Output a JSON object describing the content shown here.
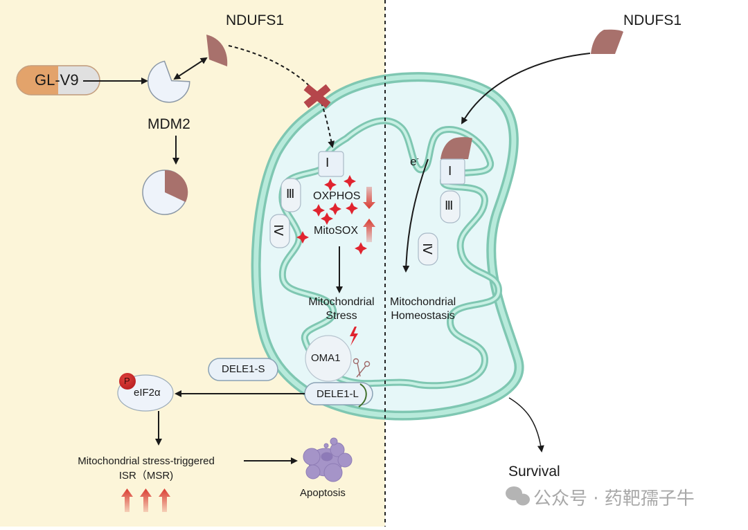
{
  "left_panel": {
    "drug_label": "GL-V9",
    "mdm2_label": "MDM2",
    "ndufs1_label": "NDUFS1",
    "oxphos_label": "OXPHOS",
    "mitosox_label": "MitoSOX",
    "stress_label_line1": "Mitochondrial",
    "stress_label_line2": "Stress",
    "oma1_label": "OMA1",
    "dele1s_label": "DELE1-S",
    "dele1l_label": "DELE1-L",
    "phospho_label": "P",
    "eif2a_label": "eIF2α",
    "msr_line1": "Mitochondrial stress-triggered",
    "msr_line2": "ISR（MSR)",
    "apoptosis_label": "Apoptosis",
    "complex_labels": [
      "Ⅰ",
      "Ⅲ",
      "Ⅳ"
    ],
    "oxphos_direction": "down",
    "mitosox_direction": "up",
    "msr_arrows_count": 3
  },
  "right_panel": {
    "ndufs1_label": "NDUFS1",
    "electron_label": "e",
    "electron_charge": "-",
    "homeostasis_line1": "Mitochondrial",
    "homeostasis_line2": "Homeostasis",
    "survival_label": "Survival",
    "complex_labels": [
      "Ⅰ",
      "Ⅲ",
      "Ⅳ"
    ]
  },
  "watermark": {
    "icon": "wechat-icon",
    "text": "公众号 · 药靶孺子牛"
  },
  "colors": {
    "left_bg": "#fcf5d9",
    "right_bg": "#ffffff",
    "membrane": "#9fd9c6",
    "matrix": "#e6f7f8",
    "ndufs1": "#a8716c",
    "block_x": "#b5464b",
    "ros": "#e0242f",
    "apoptosis": "#a594c8"
  }
}
